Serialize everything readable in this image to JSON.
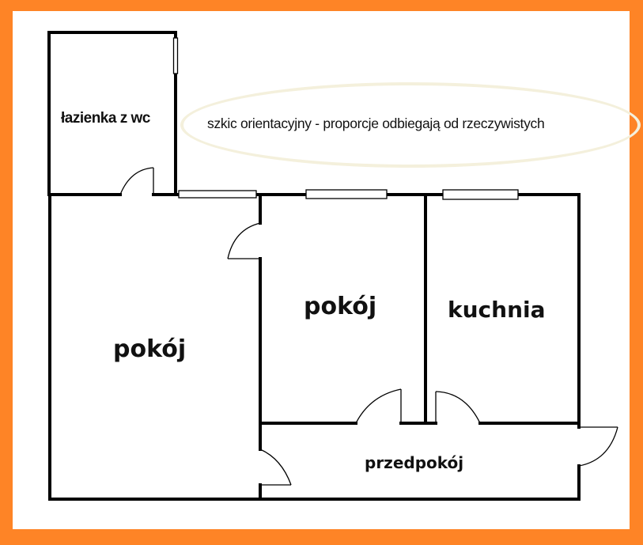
{
  "frame": {
    "border_color": "#fe8426",
    "background": "#ffffff"
  },
  "note": {
    "text": "szkic orientacyjny - proporcje odbiegają od rzeczywistych",
    "ellipse_color": "#f4f0dc"
  },
  "rooms": [
    {
      "id": "lazienka",
      "label": "łazienka z wc"
    },
    {
      "id": "pokoj-1",
      "label": "pokój"
    },
    {
      "id": "pokoj-2",
      "label": "pokój"
    },
    {
      "id": "kuchnia",
      "label": "kuchnia"
    },
    {
      "id": "przedpokoj",
      "label": "przedpokój"
    }
  ]
}
